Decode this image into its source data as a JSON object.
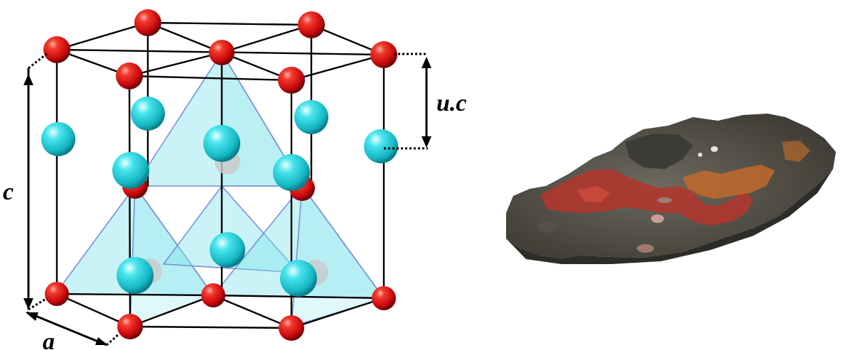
{
  "labels": {
    "c_axis": "c",
    "a_axis": "a",
    "uc_axis": "u.c"
  },
  "colors": {
    "cation_atom": "#e0161a",
    "anion_atom": "#27d3dc",
    "tetrahedron_fill": "#7fe3ea",
    "tetrahedron_edge": "#7b8ed6",
    "bond": "#000000"
  },
  "icons": {
    "specimen": "mineral-specimen-icon"
  }
}
